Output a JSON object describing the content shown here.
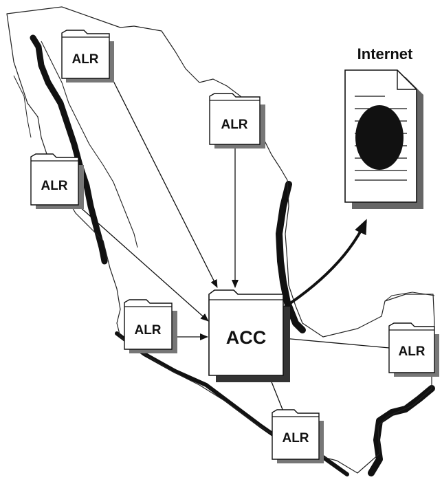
{
  "diagram": {
    "internet_label": "Internet",
    "center_node": {
      "label": "ACC"
    },
    "alr_nodes": [
      {
        "id": "alr-northwest",
        "label": "ALR"
      },
      {
        "id": "alr-north",
        "label": "ALR"
      },
      {
        "id": "alr-west",
        "label": "ALR"
      },
      {
        "id": "alr-central-west",
        "label": "ALR"
      },
      {
        "id": "alr-southeast",
        "label": "ALR"
      },
      {
        "id": "alr-south",
        "label": "ALR"
      }
    ]
  }
}
